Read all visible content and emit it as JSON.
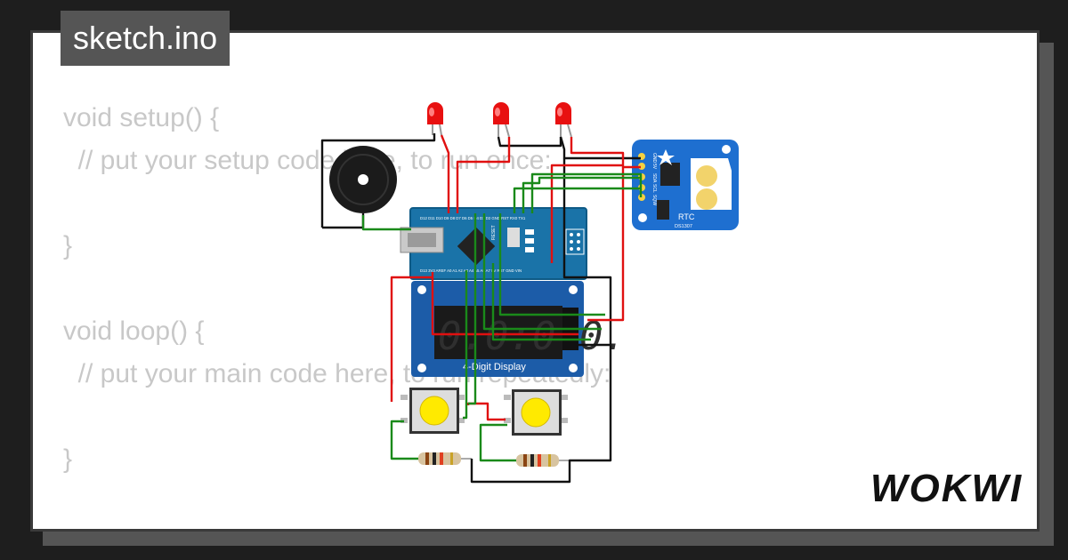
{
  "file_tab": {
    "label": "sketch.ino"
  },
  "code_lines": [
    "void setup() {",
    "  // put your setup code here, to run once:",
    "",
    "}",
    "",
    "void loop() {",
    "  // put your main code here, to run repeatedly:",
    "",
    "}"
  ],
  "components": {
    "arduino": {
      "top_pins": "D12 D11 D10 D9 D8 D7 D6 D5 D4 D3 D2 GND RST RX0 TX1",
      "bottom_pins": "D13 3V3 AREF A0 A1 A2 A3 A4 A5 A6 A7 5V RST GND VIN",
      "reset_label": "RESET"
    },
    "rtc": {
      "pins": [
        "GND",
        "5V",
        "SDA",
        "SCL",
        "SQW"
      ],
      "title": "RTC",
      "chip": "DS1307"
    },
    "display": {
      "label": "4-Digit Display",
      "digits": "0.0:0.0."
    },
    "buttons": {
      "color": "#ffea00"
    },
    "leds": {
      "color": "#e81010"
    }
  },
  "brand": {
    "logo_text": "WOKWI"
  },
  "colors": {
    "background": "#1e1e1e",
    "tab": "#555555",
    "code_text": "#c8c8c8",
    "wire_red": "#e01010",
    "wire_green": "#1a8a1a",
    "wire_black": "#111111",
    "board_blue": "#1a73a8",
    "display_blue": "#1c5ca8"
  }
}
